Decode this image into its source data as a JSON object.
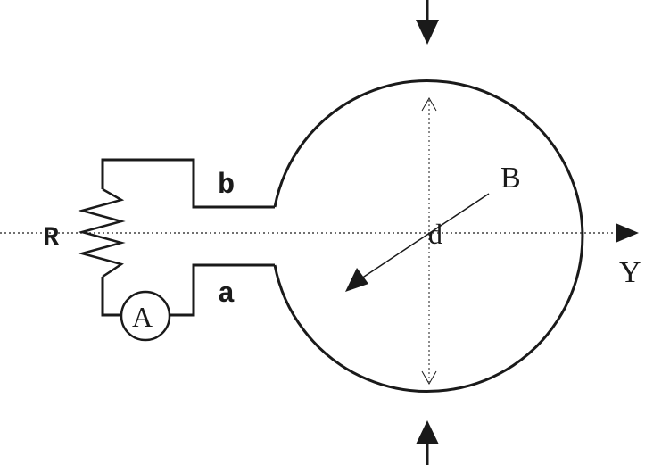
{
  "labels": {
    "resistor": "R",
    "ammeter": "A",
    "wire_b": "b",
    "wire_a": "a",
    "field": "B",
    "diameter": "d",
    "axis": "Y"
  },
  "colors": {
    "line": "#1a1a1a",
    "background": "#ffffff"
  }
}
